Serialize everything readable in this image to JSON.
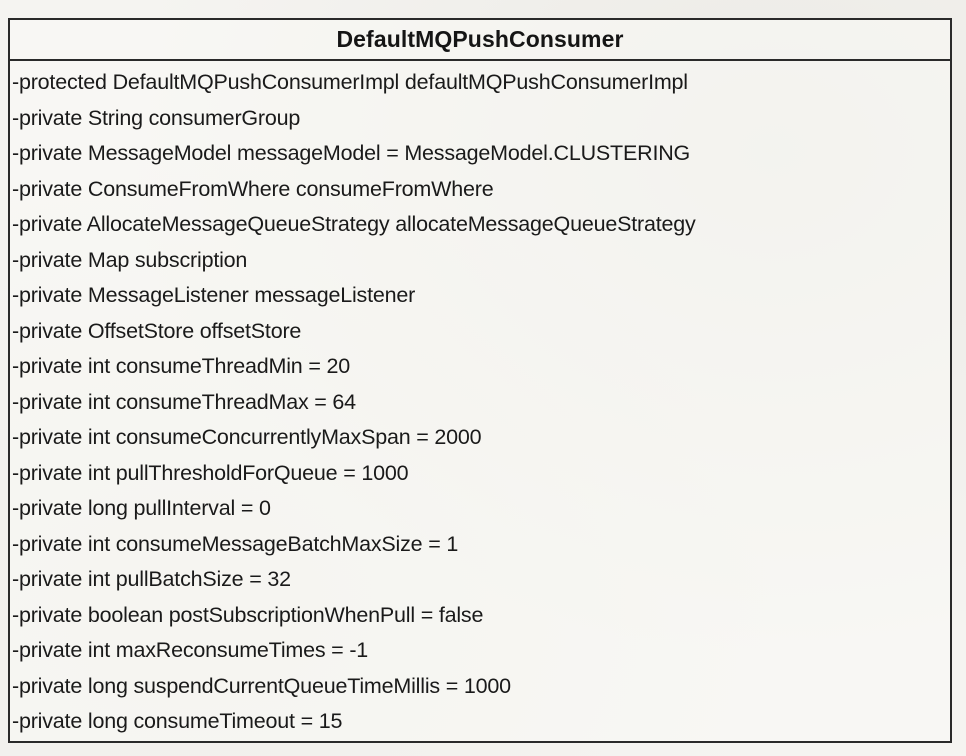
{
  "class": {
    "name": "DefaultMQPushConsumer",
    "attributes": [
      "-protected DefaultMQPushConsumerImpl defaultMQPushConsumerImpl",
      "-private String consumerGroup",
      "-private MessageModel messageModel = MessageModel.CLUSTERING",
      "-private ConsumeFromWhere consumeFromWhere",
      "-private AllocateMessageQueueStrategy allocateMessageQueueStrategy",
      "-private Map subscription",
      "-private MessageListener messageListener",
      "-private OffsetStore offsetStore",
      "-private int consumeThreadMin = 20",
      "-private int consumeThreadMax = 64",
      "-private int consumeConcurrentlyMaxSpan = 2000",
      "-private int pullThresholdForQueue = 1000",
      "-private long pullInterval = 0",
      "-private int consumeMessageBatchMaxSize = 1",
      "-private int pullBatchSize = 32",
      "-private boolean postSubscriptionWhenPull = false",
      "-private int maxReconsumeTimes = -1",
      "-private long suspendCurrentQueueTimeMillis = 1000",
      "-private long consumeTimeout = 15"
    ]
  }
}
